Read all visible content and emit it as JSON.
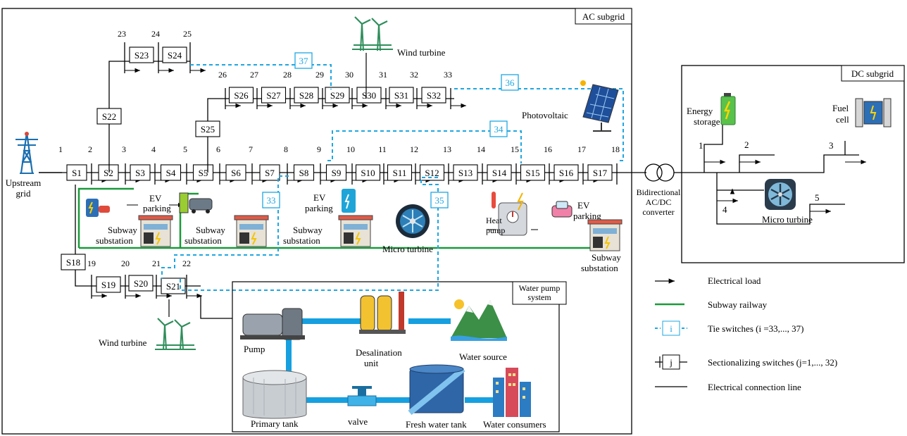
{
  "subgrids": {
    "ac": "AC subgrid",
    "dc": "DC subgrid"
  },
  "water_box_title": [
    "Water pump",
    "system"
  ],
  "upstream": [
    "Upstream",
    "grid"
  ],
  "main_nodes": [
    "1",
    "2",
    "3",
    "4",
    "5",
    "6",
    "7",
    "8",
    "9",
    "10",
    "11",
    "12",
    "13",
    "14",
    "15",
    "16",
    "17",
    "18"
  ],
  "main_switches": [
    "S1",
    "S2",
    "S3",
    "S4",
    "S5",
    "S6",
    "S7",
    "S8",
    "S9",
    "S10",
    "S11",
    "S12",
    "S13",
    "S14",
    "S15",
    "S16",
    "S17"
  ],
  "top_nodes": [
    "23",
    "24",
    "25"
  ],
  "top_switches": [
    "S22",
    "S23",
    "S24"
  ],
  "mid_nodes": [
    "26",
    "27",
    "28",
    "29",
    "30",
    "31",
    "32",
    "33"
  ],
  "mid_switches": [
    "S25",
    "S26",
    "S27",
    "S28",
    "S29",
    "S30",
    "S31",
    "S32"
  ],
  "bottom_nodes": [
    "19",
    "20",
    "21",
    "22"
  ],
  "bottom_switches": [
    "S18",
    "S19",
    "S20",
    "S21"
  ],
  "tie_switches": [
    "37",
    "36",
    "34",
    "33",
    "35"
  ],
  "components": {
    "wind_top": "Wind turbine",
    "wind_bottom": "Wind turbine",
    "pv": "Photovoltaic",
    "micro_ac": "Micro turbine",
    "heat_pump": [
      "Heat",
      "pump"
    ],
    "ev1": [
      "EV",
      "parking"
    ],
    "ev2": [
      "EV",
      "parking"
    ],
    "ev3": [
      "EV",
      "parking"
    ],
    "subway1": [
      "Subway",
      "substation"
    ],
    "subway2": [
      "Subway",
      "substation"
    ],
    "subway3": [
      "Subway",
      "substation"
    ],
    "subway4": [
      "Subway",
      "substation"
    ],
    "converter": [
      "Bidirectional",
      "AC/DC",
      "converter"
    ]
  },
  "dc": {
    "nodes": [
      "1",
      "2",
      "3",
      "4",
      "5"
    ],
    "energy_storage": [
      "Energy",
      "storage"
    ],
    "fuel_cell": [
      "Fuel",
      "cell"
    ],
    "micro_turbine": "Micro turbine"
  },
  "water": {
    "pump": "Pump",
    "desal": [
      "Desalination",
      "unit"
    ],
    "source": "Water source",
    "primary": "Primary tank",
    "valve": "valve",
    "fresh": "Fresh water tank",
    "consumers": "Water consumers"
  },
  "legend": [
    {
      "label": "Electrical load"
    },
    {
      "label": "Subway railway"
    },
    {
      "label": "Tie switches (i =33,..., 37)",
      "symbol": "i"
    },
    {
      "label": "Sectionalizing switches (j=1,..., 32)",
      "symbol": "j"
    },
    {
      "label": "Electrical connection line"
    }
  ],
  "colors": {
    "tie": "#1ea7e1",
    "railway": "#1a9a3a",
    "line": "#000000",
    "water_pipe": "#16a0e0"
  }
}
